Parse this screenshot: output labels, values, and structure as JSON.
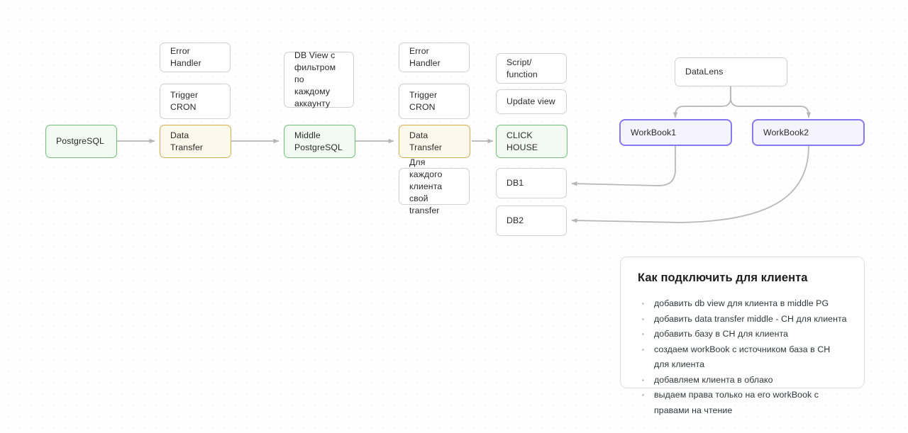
{
  "diagram": {
    "title": "Data pipeline architecture diagram",
    "colors": {
      "background": "#fefefe",
      "grid_dot": "#f2f2f2",
      "neutral_border": "#d0d0d0",
      "green_border": "#6fbf78",
      "green_fill": "#f2faf3",
      "amber_border": "#d9ad52",
      "amber_fill": "#fdf8ec",
      "purple_border": "#8878ef",
      "purple_fill": "#f5f3fd",
      "connector": "#b6b6b6"
    },
    "nodes": {
      "postgresql": "PostgreSQL",
      "error_handler_1": "Error Handler",
      "trigger_cron_1": "Trigger CRON",
      "data_transfer_1": "Data Transfer",
      "db_view_note": "DB View с\nфильтром по\nкаждому\nаккаунту",
      "middle_postgresql": "Middle\nPostgreSQL",
      "error_handler_2": "Error Handler",
      "trigger_cron_2": "Trigger CRON",
      "data_transfer_2": "Data Transfer",
      "per_client_transfer_note": "Для каждого\nклиента свой\ntransfer",
      "script_function": "Script/\nfunction",
      "update_view": "Update view",
      "click_house": "CLICK HOUSE",
      "db1": "DB1",
      "db2": "DB2",
      "datalens": "DataLens",
      "workbook1": "WorkBook1",
      "workbook2": "WorkBook2"
    },
    "edges": [
      {
        "from": "postgresql",
        "to": "data_transfer_1",
        "style": "straight-arrow"
      },
      {
        "from": "data_transfer_1",
        "to": "middle_postgresql",
        "style": "straight-arrow"
      },
      {
        "from": "middle_postgresql",
        "to": "data_transfer_2",
        "style": "straight-arrow"
      },
      {
        "from": "data_transfer_2",
        "to": "click_house",
        "style": "straight-arrow"
      },
      {
        "from": "datalens",
        "to": "workbook1",
        "style": "curved-arrow"
      },
      {
        "from": "datalens",
        "to": "workbook2",
        "style": "curved-arrow"
      },
      {
        "from": "workbook1",
        "to": "db1",
        "style": "curved-arrow"
      },
      {
        "from": "workbook2",
        "to": "db2",
        "style": "curved-arrow"
      }
    ]
  },
  "panel": {
    "title": "Как подключить для клиента",
    "items": [
      "добавить db view для клиента в middle PG",
      "добавить data transfer middle - CH для клиента",
      "добавить базу в CH для клиента",
      "создаем workBook с источником база в CH для клиента",
      "добавляем клиента в облако",
      "выдаем права только на его workBook с правами на чтение"
    ]
  }
}
